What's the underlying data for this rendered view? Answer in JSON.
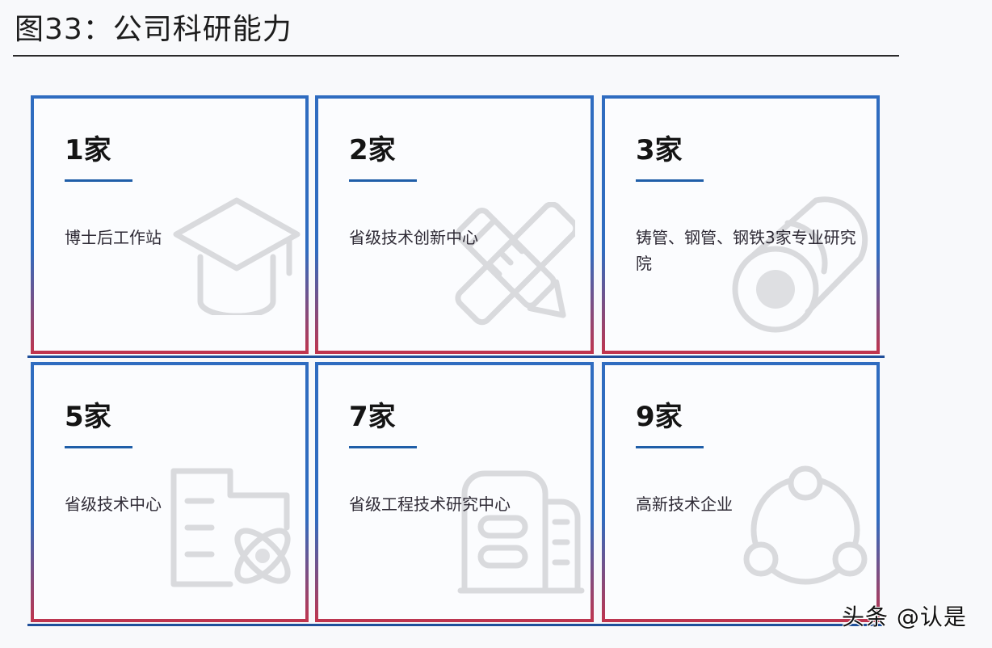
{
  "figure": {
    "title": "图33：公司科研能力"
  },
  "cards": [
    {
      "count": "1家",
      "label": "博士后工作站",
      "icon": "graduation-cap-icon"
    },
    {
      "count": "2家",
      "label": "省级技术创新中心",
      "icon": "pencil-ruler-icon"
    },
    {
      "count": "3家",
      "label": "铸管、钢管、钢铁3家专业研究院",
      "icon": "steel-pipe-icon"
    },
    {
      "count": "5家",
      "label": "省级技术中心",
      "icon": "building-atom-icon"
    },
    {
      "count": "7家",
      "label": "省级工程技术研究中心",
      "icon": "buildings-icon"
    },
    {
      "count": "9家",
      "label": "高新技术企业",
      "icon": "network-nodes-icon"
    }
  ],
  "colors": {
    "border_top": "#2f6cc0",
    "border_bottom": "#c0344d",
    "accent_line": "#1f5ea8",
    "icon_gray": "#d9dadd"
  },
  "watermark": "头条 @认是"
}
